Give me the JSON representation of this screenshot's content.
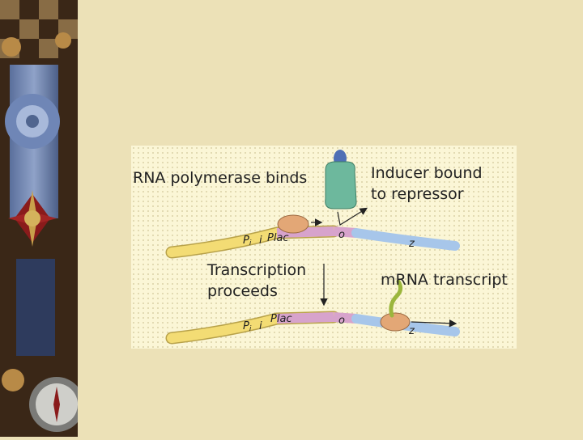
{
  "labels": {
    "rna_polymerase_binds": "RNA polymerase binds",
    "inducer_line1": "Inducer bound",
    "inducer_line2": "to repressor",
    "transcription_line1": "Transcription",
    "transcription_line2": "proceeds",
    "mrna_transcript": "mRNA transcript"
  },
  "dna_segments": {
    "p_i": "P",
    "p_i_sub": "i",
    "i_gene": "i",
    "plac": "Plac",
    "operator": "o",
    "z_gene": "z"
  },
  "colors": {
    "dna_yellow": "#f3dc74",
    "dna_pink": "#d7a3cc",
    "dna_blue": "#a7c6ea",
    "polymerase": "#e3a776",
    "repressor": "#6db89d",
    "inducer": "#4f6fb5",
    "mrna": "#9bb63c"
  }
}
